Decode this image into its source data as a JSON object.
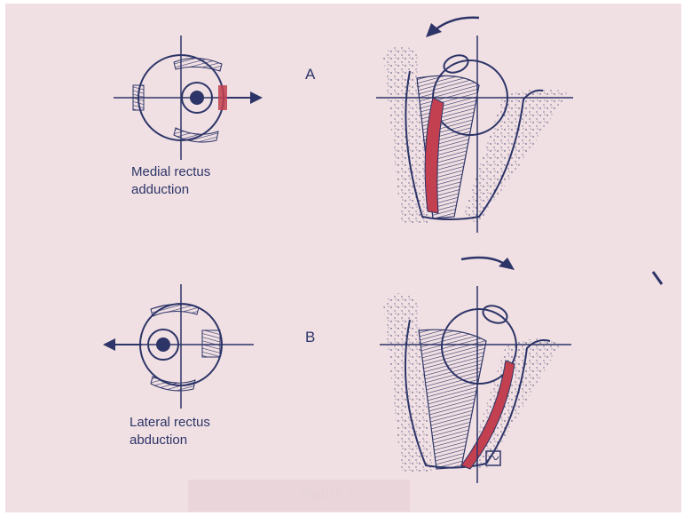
{
  "panel_a": {
    "letter": "A",
    "caption_line1": "Medial rectus",
    "caption_line2": "adduction"
  },
  "panel_b": {
    "letter": "B",
    "caption_line1": "Lateral rectus",
    "caption_line2": "abduction"
  },
  "figure_label": "Figure 1",
  "colors": {
    "paper": "#f1e0e3",
    "ink": "#2c3468",
    "muscle_red": "#c2404f"
  }
}
